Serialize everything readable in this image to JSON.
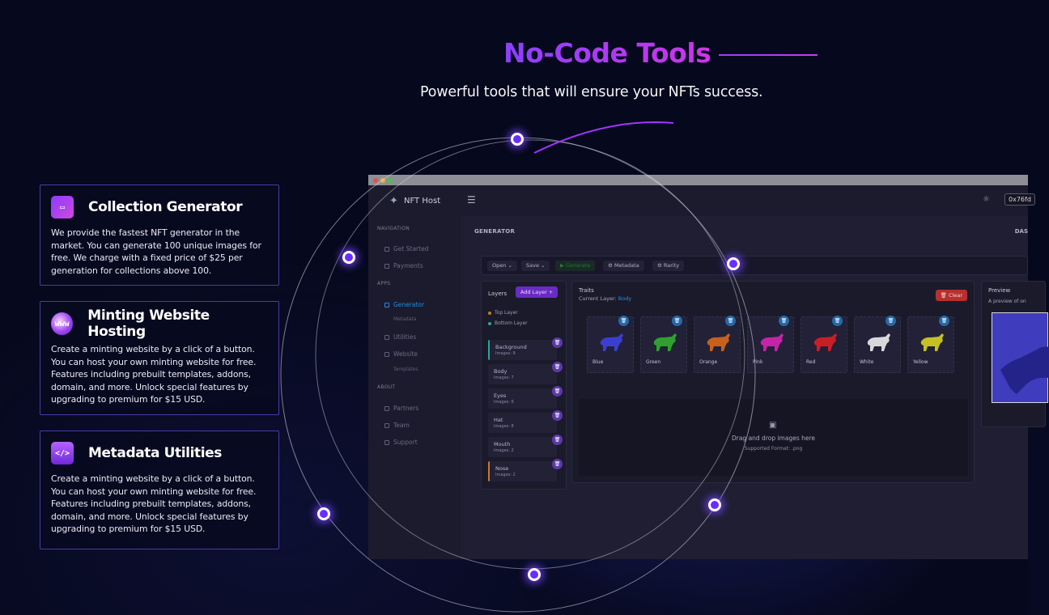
{
  "hero": {
    "title": "No-Code Tools",
    "subtitle": "Powerful tools that will ensure your NFTs success."
  },
  "features": [
    {
      "title": "Collection Generator",
      "icon": "collection-card-icon",
      "text": "We provide the fastest NFT generator in the market. You can generate 100 unique images for free. We charge with a fixed price of $25 per generation for collections above 100."
    },
    {
      "title": "Minting Website Hosting",
      "icon": "www-globe-icon",
      "icon_label": "www",
      "text": "Create a minting website by a click of a button. You can host your own minting website for free. Features including prebuilt templates, addons, domain, and more. Unlock special features by upgrading to premium for $15 USD."
    },
    {
      "title": "Metadata Utilities",
      "icon": "code-file-icon",
      "icon_label": "</>",
      "text": "Create a minting website by a click of a button. You can host your own minting website for free. Features including prebuilt templates, addons, domain, and more. Unlock special features by upgrading to premium for $15 USD."
    }
  ],
  "app": {
    "logo": "NFT Host",
    "wallet": "0x76fd",
    "sidebar": {
      "navigation_label": "NAVIGATION",
      "navigation": [
        "Get Started",
        "Payments"
      ],
      "apps_label": "APPS",
      "apps": [
        "Generator",
        "Metadata",
        "Utilities",
        "Website",
        "Templates"
      ],
      "about_label": "ABOUT",
      "about": [
        "Partners",
        "Team",
        "Support"
      ]
    },
    "page_title": "GENERATOR",
    "page_title_right": "DAS",
    "toolbar": [
      "Open",
      "Save",
      "Generate",
      "Metadata",
      "Rarity"
    ],
    "layers": {
      "title": "Layers",
      "add_button": "Add Layer",
      "legend": [
        "Top Layer",
        "Bottom Layer"
      ],
      "items": [
        {
          "name": "Background",
          "count": "Images: 9"
        },
        {
          "name": "Body",
          "count": "Images: 7"
        },
        {
          "name": "Eyes",
          "count": "Images: 6"
        },
        {
          "name": "Hat",
          "count": "Images: 8"
        },
        {
          "name": "Mouth",
          "count": "Images: 2"
        },
        {
          "name": "Nose",
          "count": "Images: 2"
        }
      ]
    },
    "traits": {
      "title": "Traits",
      "current_label": "Current Layer:",
      "current_value": "Body",
      "clear_button": "Clear",
      "items": [
        {
          "name": "Blue",
          "color": "#3a3fd0"
        },
        {
          "name": "Green",
          "color": "#2fa02f"
        },
        {
          "name": "Orange",
          "color": "#c8601c"
        },
        {
          "name": "Pink",
          "color": "#c424a8"
        },
        {
          "name": "Red",
          "color": "#c81f26"
        },
        {
          "name": "White",
          "color": "#d8d8dc"
        },
        {
          "name": "Yellow",
          "color": "#c6c024"
        }
      ],
      "dropzone_title": "Drag and drop images here",
      "dropzone_format": "Supported Format: .png"
    },
    "preview": {
      "title": "Preview",
      "text": "A preview of on"
    }
  }
}
